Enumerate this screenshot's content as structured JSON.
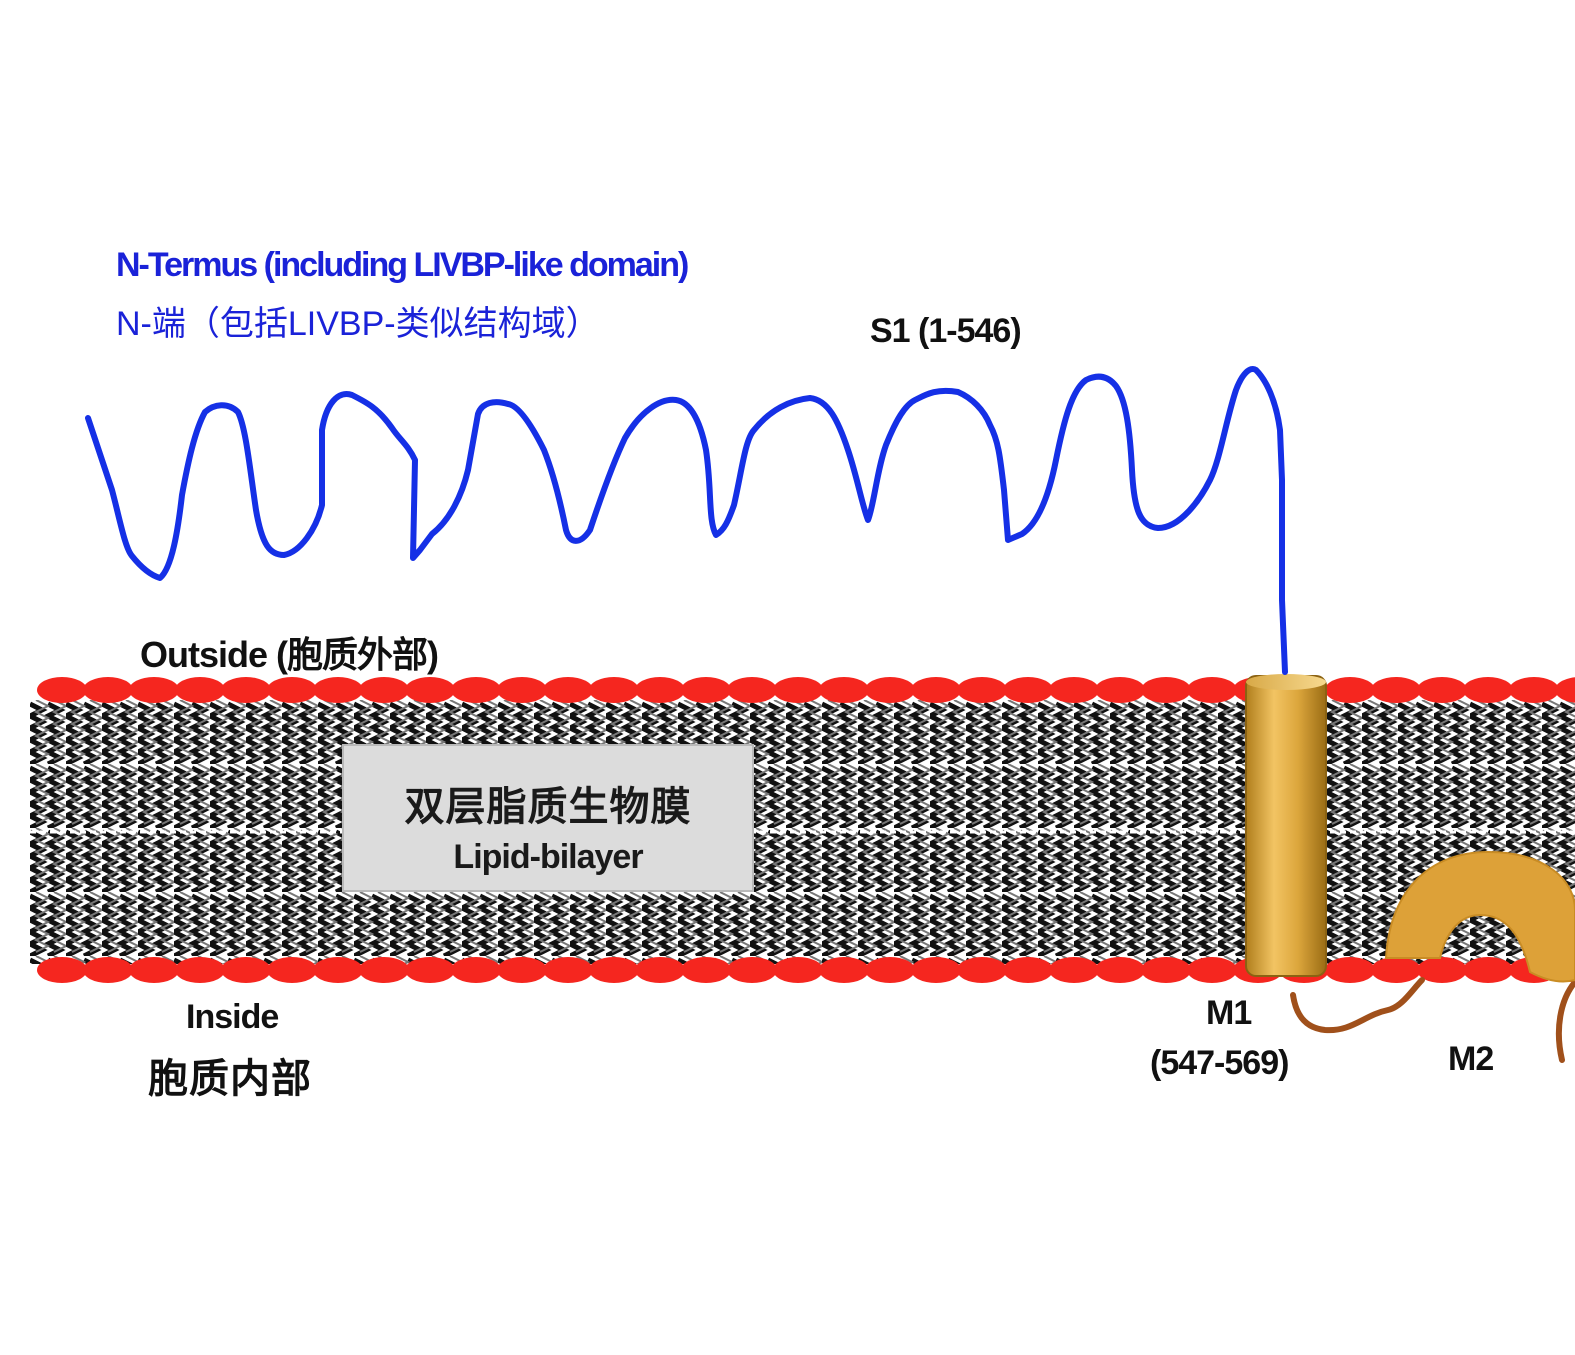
{
  "labels": {
    "n_terminus_en": "N-Termus (including LIVBP-like domain)",
    "n_terminus_cn": "N-端（包括LIVBP-类似结构域）",
    "s1": "S1 (1-546)",
    "outside": "Outside (胞质外部)",
    "inside_en": "Inside",
    "inside_cn": "胞质内部",
    "bilayer_cn": "双层脂质生物膜",
    "bilayer_en": "Lipid-bilayer",
    "m1_name": "M1",
    "m1_range": "(547-569)",
    "m2_name": "M2"
  },
  "colors": {
    "chain": "#1530e6",
    "headgroup": "#f5261f",
    "helix": "#d9a231",
    "loop": "#a0501b",
    "reentrant": "#dda138",
    "text_blue": "#1a22d8"
  }
}
